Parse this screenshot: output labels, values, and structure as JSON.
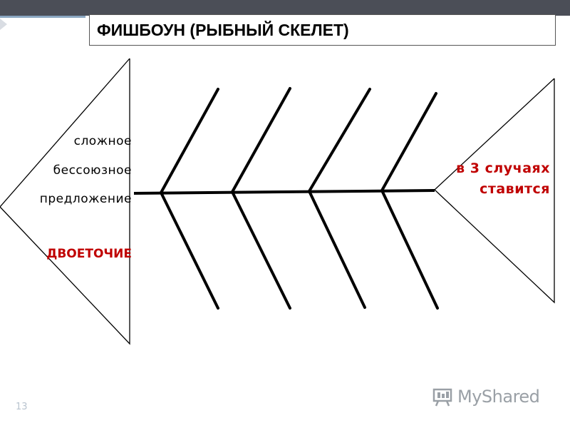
{
  "title": "ФИШБОУН (РЫБНЫЙ СКЕЛЕТ)",
  "tail": {
    "lines": [
      "сложное",
      "бессоюзное",
      "предложение"
    ],
    "highlight": "ДВОЕТОЧИЕ"
  },
  "head": {
    "line1": "в 3 случаях",
    "line2": "ставится"
  },
  "page_number": "13",
  "watermark": {
    "text": "MyShared"
  },
  "colors": {
    "accent_red": "#c00000",
    "bone": "#000000",
    "top_bar": "#4b4e57"
  }
}
